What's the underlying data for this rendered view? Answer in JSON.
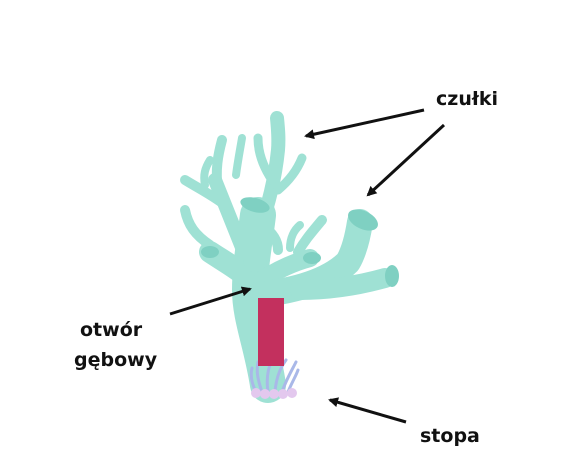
{
  "labels": {
    "tentacles": "czułki",
    "mouth_line1": "otwór",
    "mouth_line2": "gębowy",
    "foot": "stopa"
  },
  "colors": {
    "body": "#9fe1d4",
    "body_dark": "#7fd0c2",
    "rim": "#c4ede4",
    "mouth": "#c3305e",
    "foot_tendrils": "#a9b8e8",
    "foot_base": "#e3c8ee",
    "arrow": "#111111"
  }
}
